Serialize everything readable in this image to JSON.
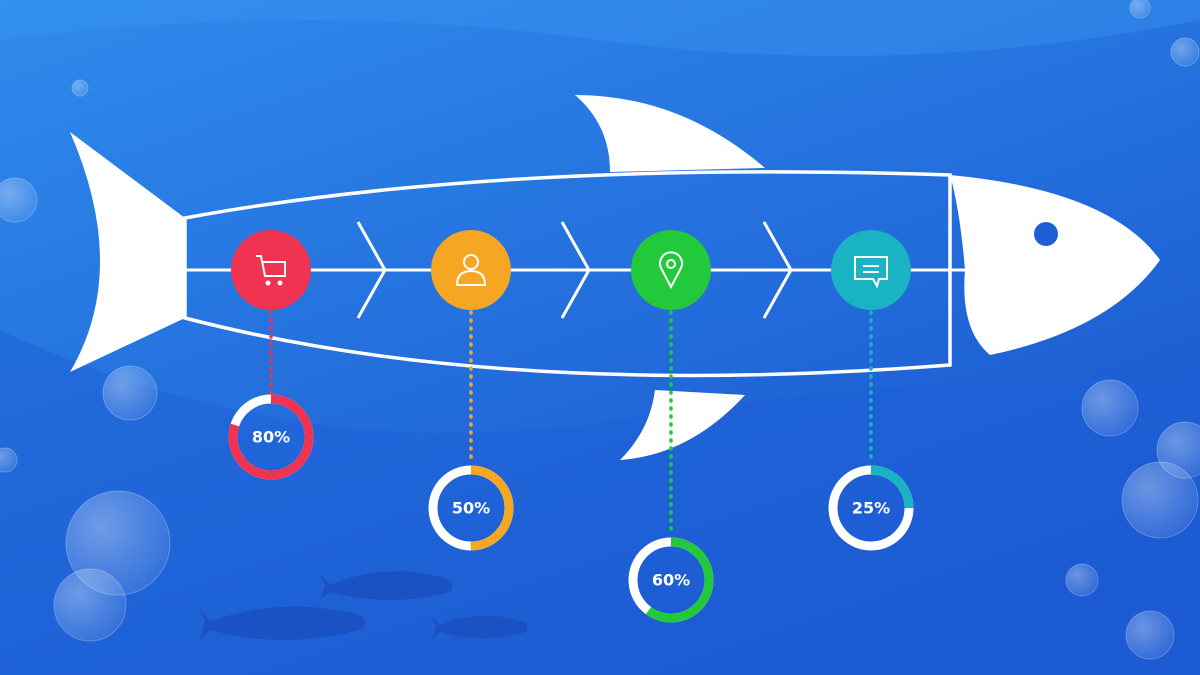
{
  "colors": {
    "background_top": "#2f8cec",
    "background_bottom": "#1a56cf",
    "fish": "#ffffff",
    "ring_track": "#ffffff"
  },
  "steps": [
    {
      "icon": "shopping-cart-icon",
      "color": "#ef3350",
      "percent": 80,
      "label": "80%"
    },
    {
      "icon": "user-icon",
      "color": "#f5a623",
      "percent": 50,
      "label": "50%"
    },
    {
      "icon": "location-pin-icon",
      "color": "#22c93a",
      "percent": 60,
      "label": "60%"
    },
    {
      "icon": "chat-message-icon",
      "color": "#19b3c4",
      "percent": 25,
      "label": "25%"
    }
  ]
}
